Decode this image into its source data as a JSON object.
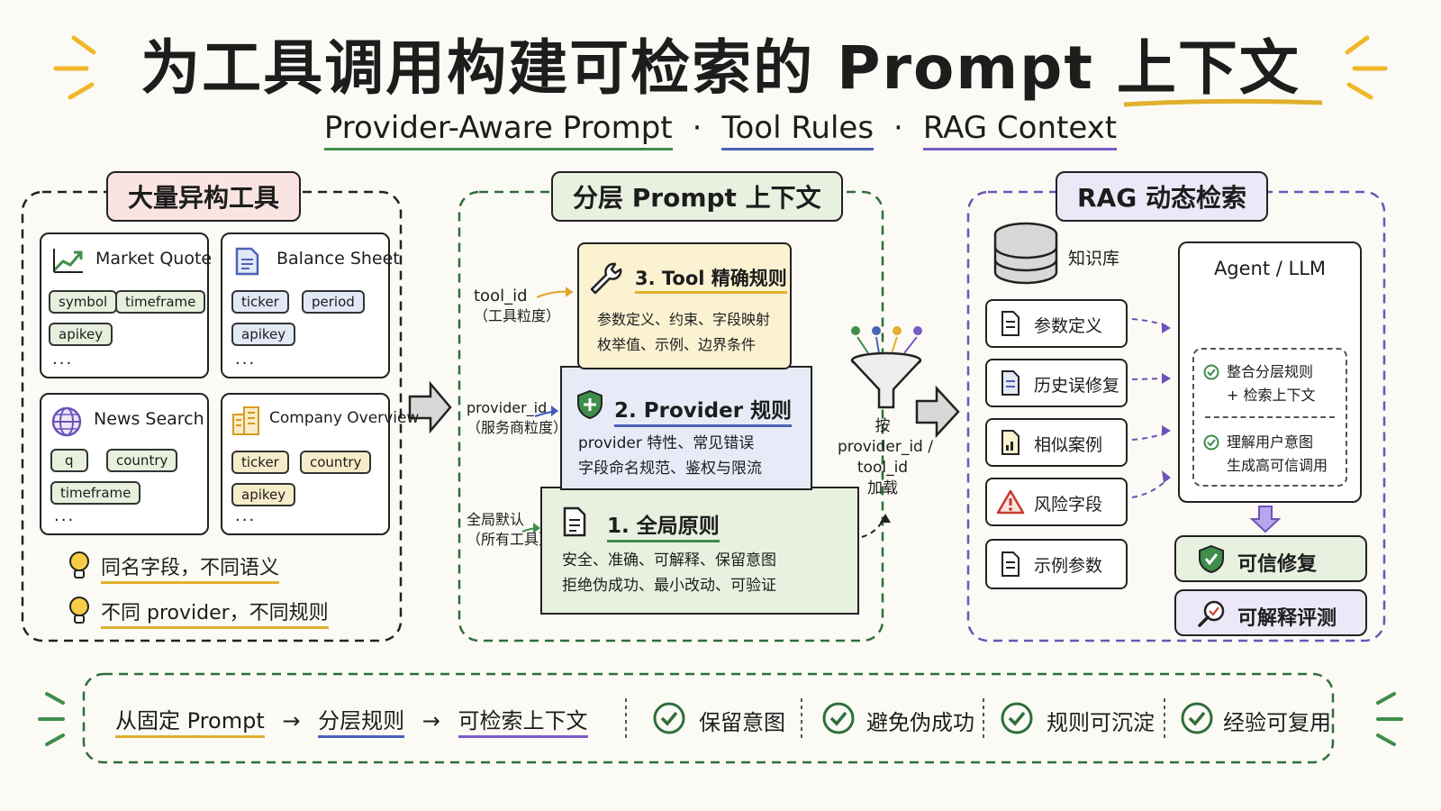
{
  "title": "为工具调用构建可检索的 Prompt 上下文",
  "subtitle": {
    "part1": "Provider-Aware Prompt",
    "sep": "·",
    "part2": "Tool Rules",
    "part3": "RAG Context"
  },
  "left_panel": {
    "title": "大量异构工具",
    "tools": [
      {
        "name": "Market Quote",
        "icon": "chart-line-icon",
        "fields": [
          "symbol",
          "timeframe",
          "apikey"
        ]
      },
      {
        "name": "Balance Sheet",
        "icon": "document-icon",
        "fields": [
          "ticker",
          "period",
          "apikey"
        ]
      },
      {
        "name": "News Search",
        "icon": "globe-icon",
        "fields": [
          "q",
          "country",
          "timeframe"
        ]
      },
      {
        "name": "Company Overview",
        "icon": "building-icon",
        "fields": [
          "ticker",
          "country",
          "apikey"
        ]
      }
    ],
    "ellipsis": "...",
    "notes": [
      "同名字段，不同语义",
      "不同 provider，不同规则"
    ]
  },
  "middle_panel": {
    "title": "分层 Prompt 上下文",
    "layers": [
      {
        "title": "3. Tool 精确规则",
        "icon": "wrench-icon",
        "lines": [
          "参数定义、约束、字段映射",
          "枚举值、示例、边界条件"
        ],
        "color": "#fbf2d2"
      },
      {
        "title": "2. Provider 规则",
        "icon": "shield-icon",
        "lines": [
          "provider 特性、常见错误",
          "字段命名规范、鉴权与限流"
        ],
        "color": "#e6ebf7"
      },
      {
        "title": "1. 全局原则",
        "icon": "document-icon",
        "lines": [
          "安全、准确、可解释、保留意图",
          "拒绝伪成功、最小改动、可验证"
        ],
        "color": "#e8f0df"
      }
    ],
    "side_labels": [
      {
        "key": "tool_id",
        "sub": "（工具粒度）"
      },
      {
        "key": "provider_id",
        "sub": "（服务商粒度）"
      },
      {
        "key": "全局默认",
        "sub": "（所有工具）"
      }
    ],
    "filter_label": [
      "按",
      "provider_id /",
      "tool_id",
      "加载"
    ]
  },
  "right_panel": {
    "title": "RAG 动态检索",
    "knowledge_base": "知识库",
    "items": [
      {
        "label": "参数定义",
        "icon": "document-icon"
      },
      {
        "label": "历史误修复",
        "icon": "document-icon"
      },
      {
        "label": "相似案例",
        "icon": "document-chart-icon"
      },
      {
        "label": "风险字段",
        "icon": "warning-icon"
      },
      {
        "label": "示例参数",
        "icon": "document-icon"
      }
    ],
    "agent": {
      "title": "Agent / LLM",
      "checks": [
        {
          "line1": "整合分层规则",
          "line2": "+ 检索上下文"
        },
        {
          "line1": "理解用户意图",
          "line2": "生成高可信调用"
        }
      ]
    },
    "outputs": [
      {
        "label": "可信修复",
        "icon": "shield-icon"
      },
      {
        "label": "可解释评测",
        "icon": "magnifier-icon"
      }
    ]
  },
  "bottom_bar": {
    "flow": [
      "从固定 Prompt",
      "分层规则",
      "可检索上下文"
    ],
    "arrow": "→",
    "benefits": [
      "保留意图",
      "避免伪成功",
      "规则可沉淀",
      "经验可复用"
    ]
  },
  "colors": {
    "green": "#3f8d4b",
    "blue": "#4a63b5",
    "purple": "#7a5cc4",
    "gold": "#e0b02c",
    "red_badge": "#f9e4e1",
    "green_badge": "#e8f0df",
    "purple_badge": "#ece8f7"
  }
}
